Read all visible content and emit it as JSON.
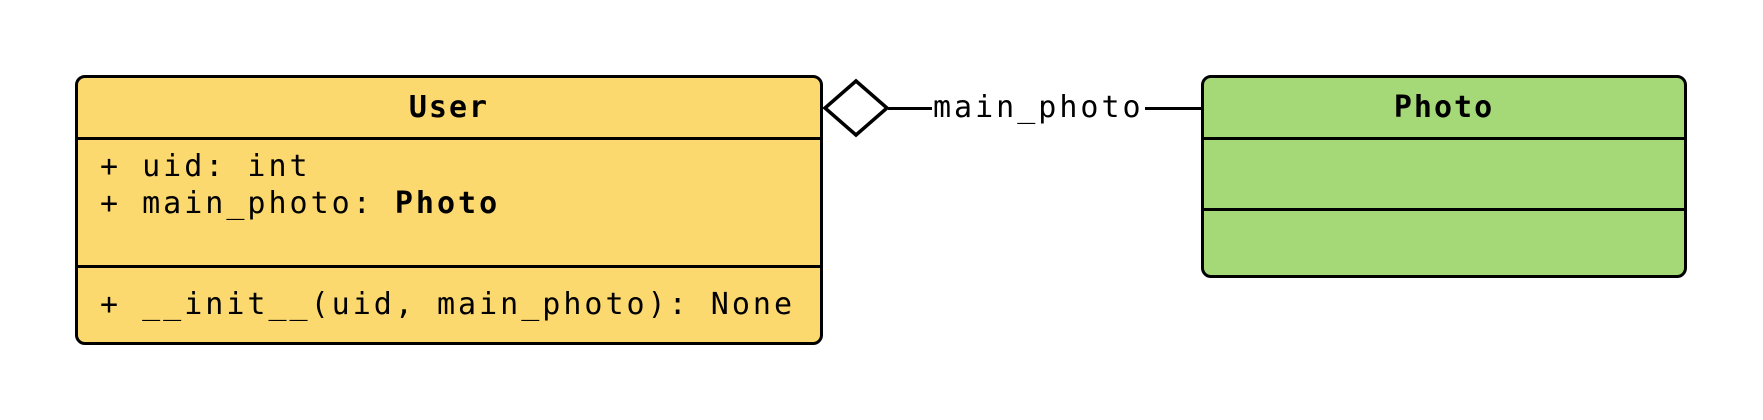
{
  "diagram": {
    "type": "uml-class-diagram",
    "background_color": "#ffffff",
    "line_color": "#000000",
    "classes": [
      {
        "name": "User",
        "fill": "#FCD96E",
        "attributes": [
          {
            "text": "+ uid: int",
            "bold_suffix": ""
          },
          {
            "text": "+ main_photo: ",
            "bold_suffix": "Photo"
          }
        ],
        "methods": [
          {
            "text": "+ __init__(uid, main_photo): None"
          }
        ]
      },
      {
        "name": "Photo",
        "fill": "#A5D876",
        "attributes": [],
        "methods": []
      }
    ],
    "relationship": {
      "type": "aggregation",
      "label": "main_photo",
      "diamond_fill": "#ffffff"
    }
  }
}
